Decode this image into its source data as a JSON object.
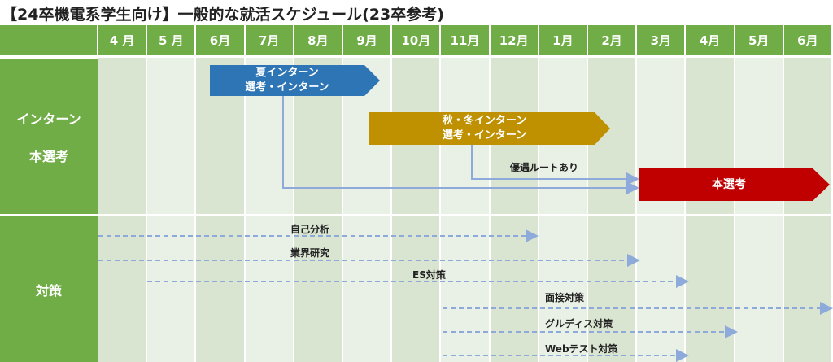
{
  "title": "【24卒機電系学生向け】一般的な就活スケジュール(23卒参考)",
  "months": [
    "4 月",
    "5 月",
    "6月",
    "7月",
    "8月",
    "9月",
    "10月",
    "11月",
    "12月",
    "1月",
    "2月",
    "3月",
    "4月",
    "5月",
    "6月"
  ],
  "rows": {
    "internship": [
      "インターン",
      "本選考"
    ],
    "measures": "対策"
  },
  "bars": {
    "summer": [
      "夏インターン",
      "選考・インターン"
    ],
    "autumn": [
      "秋・冬インターン",
      "選考・インターン"
    ],
    "main": "本選考"
  },
  "route_label": "優遇ルートあり",
  "measures": [
    "自己分析",
    "業界研究",
    "ES対策",
    "面接対策",
    "グルディス対策",
    "Webテスト対策"
  ],
  "colors": {
    "green": "#70ad47",
    "blue": "#2e75b6",
    "gold": "#bf9000",
    "red": "#c00000",
    "line": "#8eaadb"
  }
}
